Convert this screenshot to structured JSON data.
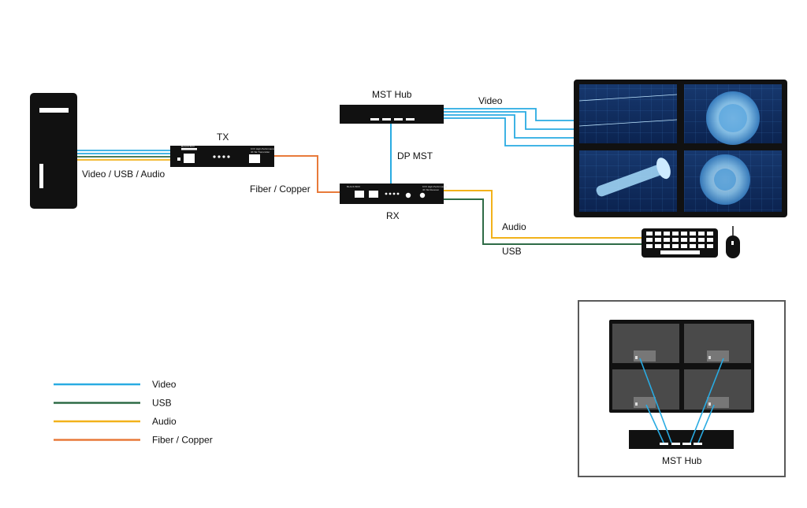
{
  "labels": {
    "tx": "TX",
    "rx": "RX",
    "mst_hub": "MST Hub",
    "dp_mst": "DP MST",
    "video": "Video",
    "pc_link": "Video / USB / Audio",
    "fiber": "Fiber / Copper",
    "audio": "Audio",
    "usb": "USB",
    "inset_hub": "MST Hub"
  },
  "device_text": {
    "brand": "BLACK BOX",
    "tx_model_1": "KVX High-Performance",
    "tx_model_2": "4K SE Transmitter",
    "rx_model_1": "KVX High-Performance",
    "rx_model_2": "4K SE Receiver"
  },
  "legend": [
    {
      "label": "Video",
      "color": "#29abe2"
    },
    {
      "label": "USB",
      "color": "#2e6b46"
    },
    {
      "label": "Audio",
      "color": "#f2b21b"
    },
    {
      "label": "Fiber / Copper",
      "color": "#e87a3a"
    }
  ],
  "colors": {
    "video": "#29abe2",
    "usb": "#2e6b46",
    "audio": "#f2b21b",
    "fiber": "#e87a3a",
    "device": "#111111"
  }
}
